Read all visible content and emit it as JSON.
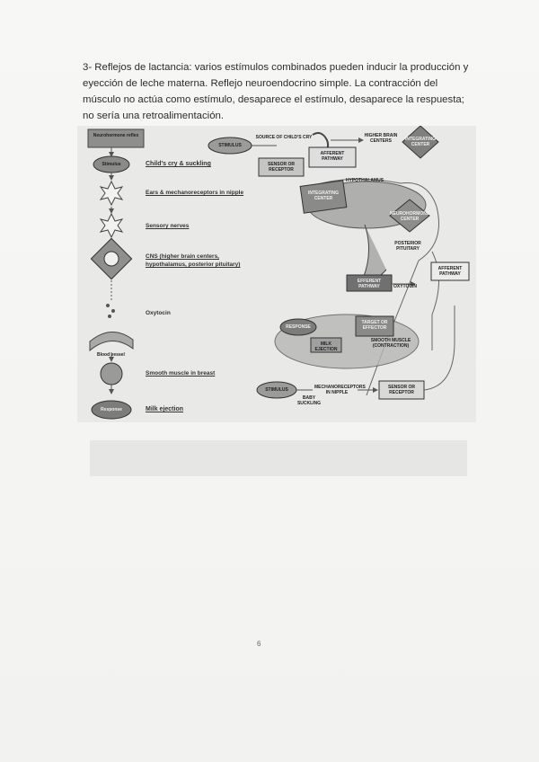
{
  "document": {
    "paragraph": "3- Reflejos de lactancia: varios estímulos combinados pueden inducir la producción y eyección de leche materna. Reflejo neuroendocrino simple. La contracción del músculo no actúa como estímulo, desaparece el estímulo, desaparece la respuesta; no sería una retroalimentación.",
    "page_number": "6"
  },
  "figure": {
    "left_panel": {
      "title": "Neurohormone reflex",
      "stimulus": "Stimulus",
      "stimulus_label": "Child's cry & suckling",
      "receptor_label": "Ears & mechanoreceptors in nipple",
      "sensory_label": "Sensory nerves",
      "cns_label_1": "CNS (higher brain centers,",
      "cns_label_2": "hypothalamus, posterior pituitary)",
      "oxytocin_label": "Oxytocin",
      "blood_vessel_label": "Blood vessel",
      "target_label": "Smooth muscle in breast",
      "response": "Response",
      "response_label": "Milk ejection"
    },
    "right_panel": {
      "stimulus_top": "STIMULUS",
      "source_of_cry": "SOURCE OF CHILD'S CRY",
      "higher_brain": "HIGHER BRAIN CENTERS",
      "integrating_center": "INTEGRATING CENTER",
      "sensor_receptor": "SENSOR OR RECEPTOR",
      "afferent_pathway_top": "AFFERENT PATHWAY",
      "hypothalamus": "HYPOTHALAMUS",
      "integrating_center_2": "INTEGRATING CENTER",
      "neurohormone_center": "NEUROHORMONE CENTER",
      "posterior_pituitary": "POSTERIOR PITUITARY",
      "afferent_pathway_right": "AFFERENT PATHWAY",
      "efferent_pathway": "EFFERENT PATHWAY",
      "oxytocin": "OXYTOCIN",
      "target_effector": "TARGET OR EFFECTOR",
      "response": "RESPONSE",
      "milk_ejection": "MILK EJECTION",
      "smooth_muscle": "SMOOTH MUSCLE (CONTRACTION)",
      "stimulus_bottom": "STIMULUS",
      "baby_suckling": "BABY SUCKLING",
      "mechanoreceptors": "MECHANORECEPTORS IN NIPPLE",
      "sensor_receptor_bottom": "SENSOR OR RECEPTOR"
    }
  }
}
